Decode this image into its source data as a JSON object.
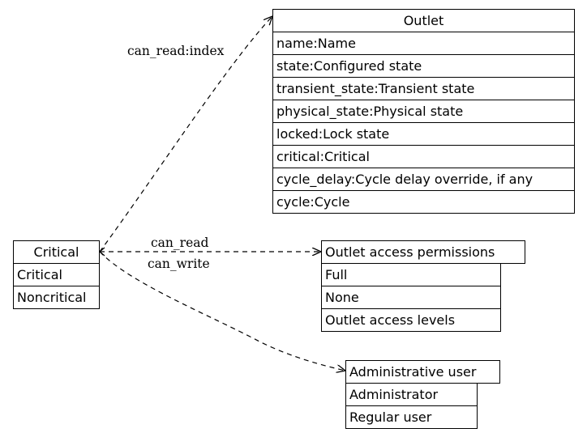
{
  "nodes": {
    "outlet": {
      "title": "Outlet",
      "rows": [
        "name:Name",
        "state:Configured state",
        "transient_state:Transient state",
        "physical_state:Physical state",
        "locked:Lock state",
        "critical:Critical",
        "cycle_delay:Cycle delay override, if any",
        "cycle:Cycle"
      ]
    },
    "critical": {
      "title": "Critical",
      "rows": [
        "Critical",
        "Noncritical"
      ]
    },
    "permissions": {
      "title": "Outlet access permissions",
      "rows": [
        "Full",
        "None",
        "Outlet access levels"
      ]
    },
    "admin_user": {
      "title": "Administrative user",
      "rows": [
        "Administrator",
        "Regular user"
      ]
    }
  },
  "edges": {
    "to_outlet": "can_read:index",
    "to_permissions": "can_read",
    "to_admin": "can_write"
  }
}
